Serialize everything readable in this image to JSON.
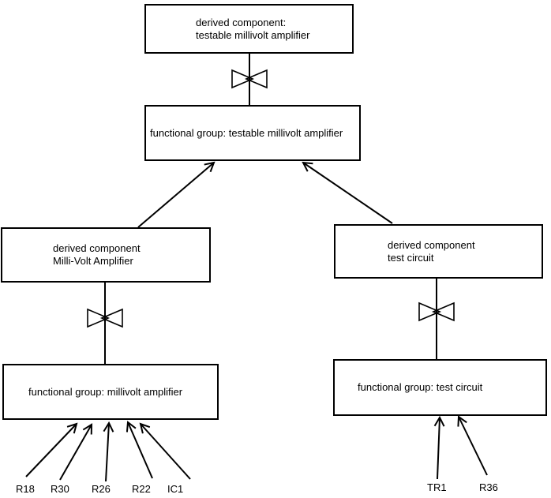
{
  "diagram": {
    "colors": {
      "background": "#ffffff",
      "line": "#000000"
    },
    "nodes": {
      "derived_testable": {
        "line1": "derived component:",
        "line2": "testable millivolt amplifier"
      },
      "fg_testable": {
        "line1": "functional group: testable millivolt amplifier"
      },
      "derived_mv": {
        "line1": "derived component",
        "line2": "Milli-Volt Amplifier"
      },
      "fg_mv": {
        "line1": "functional group: millivolt amplifier"
      },
      "derived_tc": {
        "line1": "derived component",
        "line2": "test circuit"
      },
      "fg_tc": {
        "line1": "functional group: test circuit"
      }
    },
    "components": {
      "r18": "R18",
      "r30": "R30",
      "r26": "R26",
      "r22": "R22",
      "ic1": "IC1",
      "tr1": "TR1",
      "r36": "R36"
    }
  }
}
